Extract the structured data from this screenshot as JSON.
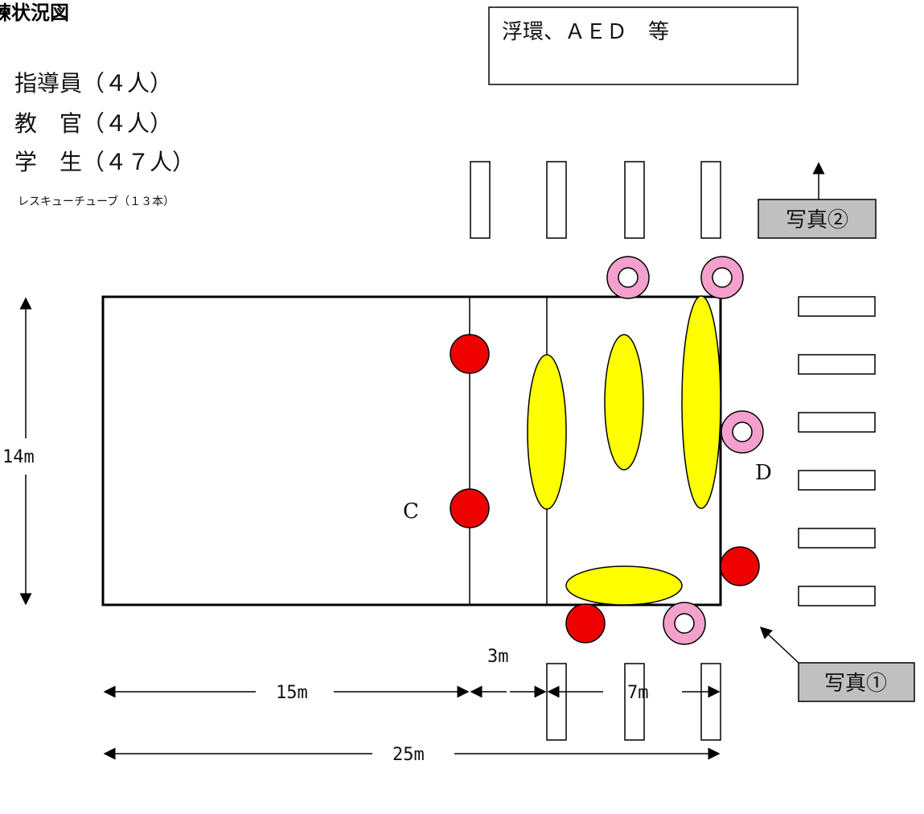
{
  "title": "練状況図",
  "equipment_box": "浮環、ＡＥＤ　等",
  "personnel": [
    "指導員（４人）",
    "教　官（４人）",
    "学　生（４７人）"
  ],
  "rescue_tube": "レスキューチューブ（１３本）",
  "photo_labels": {
    "photo1": "写真①",
    "photo2": "写真②"
  },
  "zone_labels": {
    "c": "C",
    "d": "D"
  },
  "dimensions": {
    "width_total": "25m",
    "width_a": "15m",
    "width_b": "3m",
    "width_c": "7m",
    "depth": "14m"
  },
  "colors": {
    "red_marker": "#ee0000",
    "yellow_marker": "#ffff00",
    "pink_ring": "#f3a0cc",
    "photo_box": "#c0c0c0"
  }
}
